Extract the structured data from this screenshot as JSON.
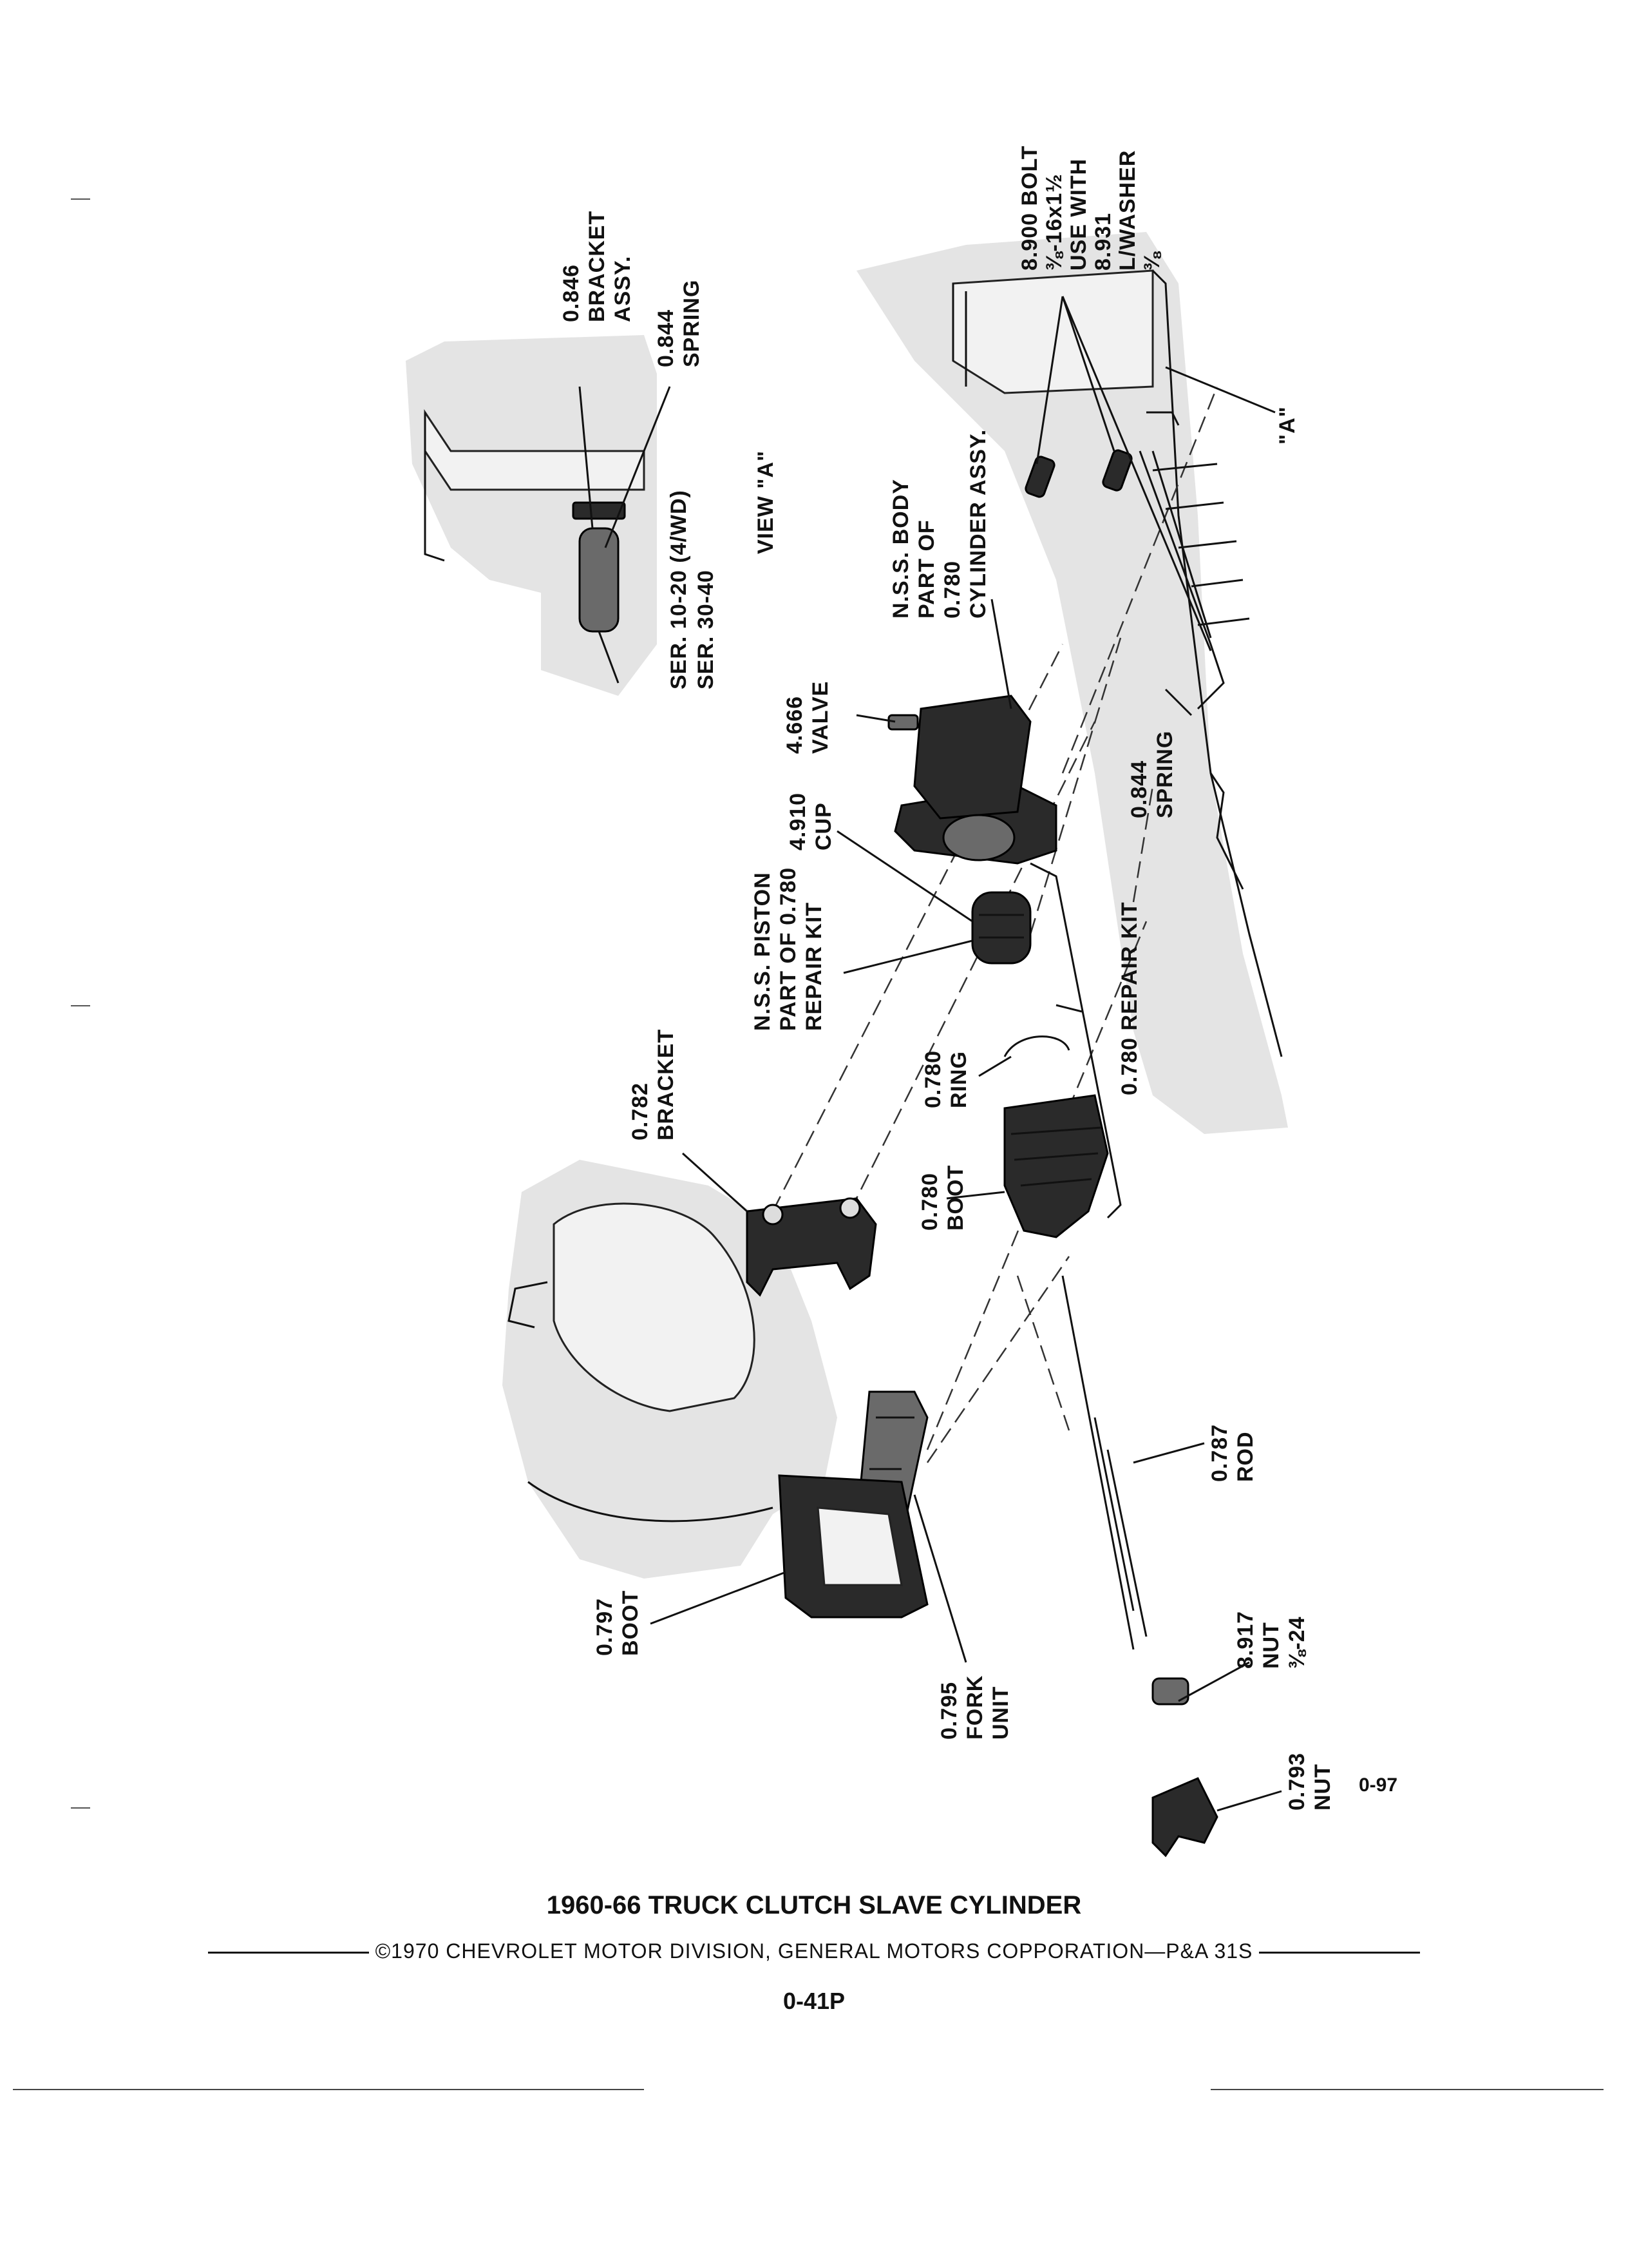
{
  "labels": {
    "bracket_846": [
      "0.846",
      "BRACKET",
      "ASSY."
    ],
    "spring_844_top": [
      "0.844",
      "SPRING"
    ],
    "series": [
      "SER. 10-20 (4/WD)",
      "SER. 30-40"
    ],
    "view_a": "VIEW \"A\"",
    "body_nss": [
      "N.S.S. BODY",
      "PART OF",
      "0.780",
      "CYLINDER ASSY."
    ],
    "bolt_8900": [
      "8.900 BOLT",
      "⅜-16x1½",
      "USE WITH",
      "8.931",
      "L/WASHER",
      "⅜"
    ],
    "callout_a": "\"A\"",
    "valve_4666": [
      "4.666",
      "VALVE"
    ],
    "cup_4910": [
      "4.910",
      "CUP"
    ],
    "piston_nss": [
      "N.S.S. PISTON",
      "PART OF 0.780",
      "REPAIR KIT"
    ],
    "spring_844_main": [
      "0.844",
      "SPRING"
    ],
    "ring_780": [
      "0.780",
      "RING"
    ],
    "repair_kit_780": "0.780 REPAIR KIT",
    "bracket_782": [
      "0.782",
      "BRACKET"
    ],
    "boot_780": [
      "0.780",
      "BOOT"
    ],
    "rod_787": [
      "0.787",
      "ROD"
    ],
    "boot_797": [
      "0.797",
      "BOOT"
    ],
    "fork_795": [
      "0.795",
      "FORK",
      "UNIT"
    ],
    "nut_8917": [
      "8.917",
      "NUT",
      "⅜-24"
    ],
    "nut_793": [
      "0.793",
      "NUT"
    ],
    "figure_code": "0-97"
  },
  "footer": {
    "title": "1960-66 TRUCK CLUTCH SLAVE CYLINDER",
    "copyright": "©1970 CHEVROLET MOTOR DIVISION, GENERAL MOTORS COPPORATION—P&A 31S",
    "page": "0-41P"
  }
}
